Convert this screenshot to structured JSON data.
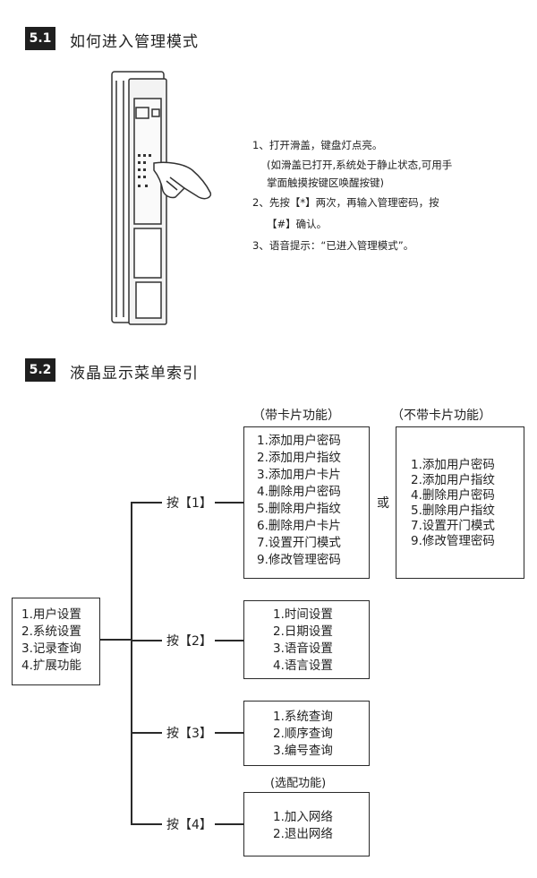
{
  "section1": {
    "num": "5.1",
    "title": "如何进入管理模式",
    "steps": [
      "1、打开滑盖，键盘灯点亮。",
      "(如滑盖已打开,系统处于静止状态,可用手",
      "掌面触摸按键区唤醒按键)",
      "2、先按【*】两次，再输入管理密码，按",
      "【#】确认。",
      "3、语音提示：“已进入管理模式”。"
    ]
  },
  "section2": {
    "num": "5.2",
    "title": "液晶显示菜单索引",
    "root_menu": [
      "1.用户设置",
      "2.系统设置",
      "3.记录查询",
      "4.扩展功能"
    ],
    "with_card_label": "（带卡片功能）",
    "without_card_label": "（不带卡片功能）",
    "or_label": "或",
    "optional_label": "(选配功能)",
    "branches": [
      {
        "key": "按【1】",
        "items": [
          "1.添加用户密码",
          "2.添加用户指纹",
          "3.添加用户卡片",
          "4.删除用户密码",
          "5.删除用户指纹",
          "6.删除用户卡片",
          "7.设置开门模式",
          "9.修改管理密码"
        ]
      },
      {
        "key": "按【2】",
        "items": [
          "1.时间设置",
          "2.日期设置",
          "3.语音设置",
          "4.语言设置"
        ]
      },
      {
        "key": "按【3】",
        "items": [
          "1.系统查询",
          "2.顺序查询",
          "3.编号查询"
        ]
      },
      {
        "key": "按【4】",
        "items": [
          "1.加入网络",
          "2.退出网络"
        ]
      }
    ],
    "without_card_items": [
      "1.添加用户密码",
      "2.添加用户指纹",
      "4.删除用户密码",
      "5.删除用户指纹",
      "7.设置开门模式",
      "9.修改管理密码"
    ]
  }
}
